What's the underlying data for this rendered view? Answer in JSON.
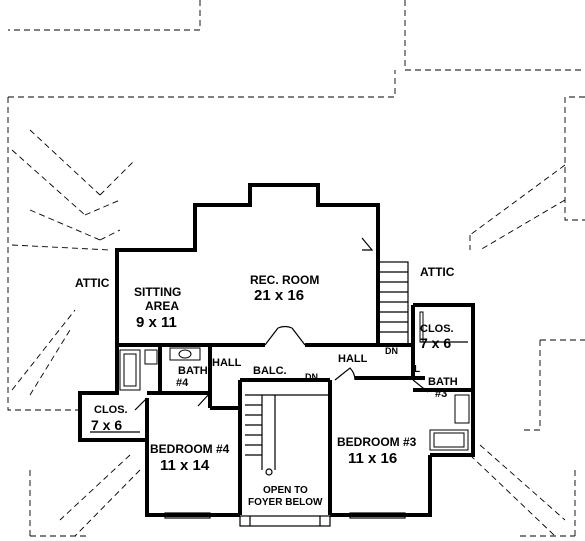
{
  "rooms": {
    "attic_left": "ATTIC",
    "attic_right": "ATTIC",
    "sitting_name": "SITTING",
    "sitting_name2": "AREA",
    "sitting_size": "9 x 11",
    "rec_name": "REC. ROOM",
    "rec_size": "21 x 16",
    "clos_right_name": "CLOS.",
    "clos_right_size": "7 x 6",
    "clos_left_name": "CLOS.",
    "clos_left_size": "7 x 6",
    "bath4_name": "BATH",
    "bath4_num": "#4",
    "hall_left": "HALL",
    "hall_right": "HALL",
    "balc": "BALC.",
    "dn_left": "DN",
    "dn_right": "DN",
    "linen": "L",
    "bath3_name": "BATH",
    "bath3_num": "#3",
    "bed4_name": "BEDROOM #4",
    "bed4_size": "11 x 14",
    "bed3_name": "BEDROOM #3",
    "bed3_size": "11 x 16",
    "open1": "OPEN TO",
    "open2": "FOYER BELOW"
  }
}
